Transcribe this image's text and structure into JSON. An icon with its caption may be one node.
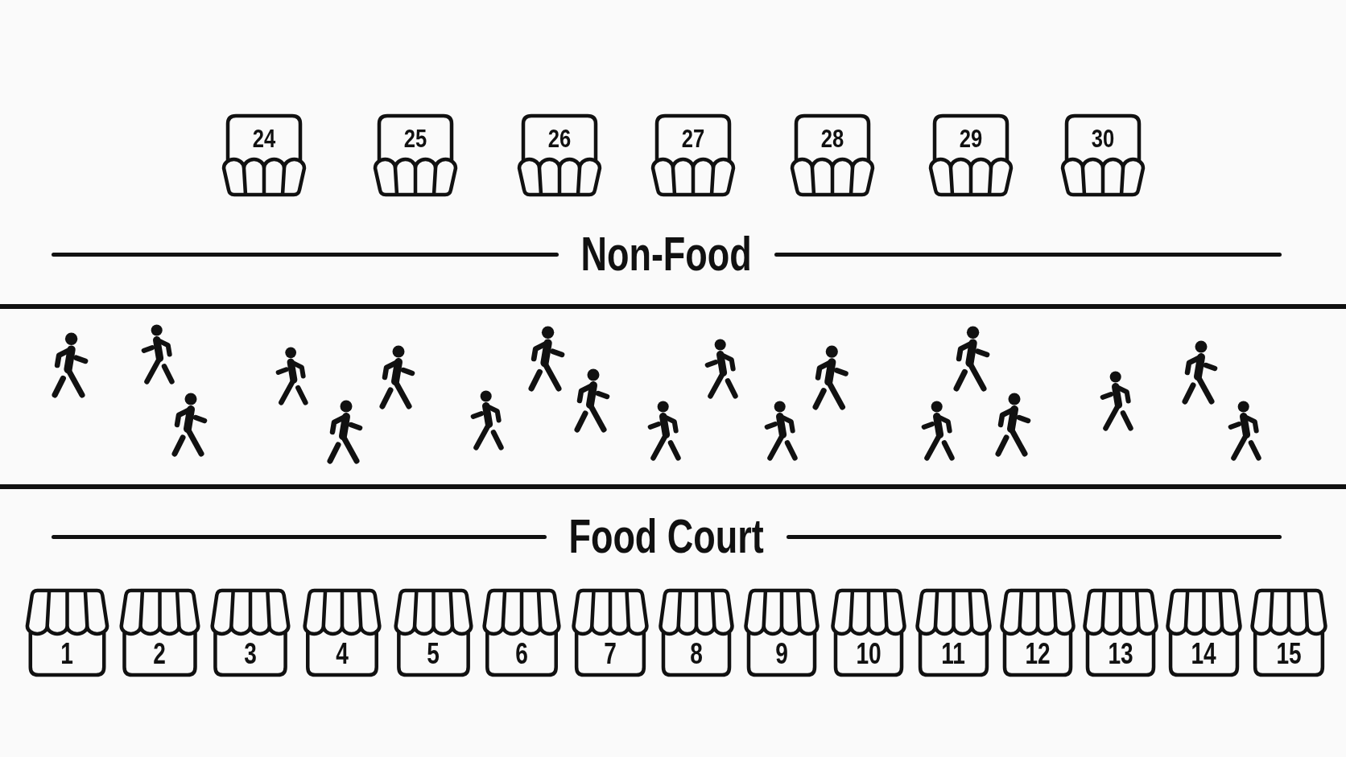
{
  "diagram": {
    "nodes": [
      {
        "text": [
          "24"
        ]
      },
      {
        "text": [
          "25"
        ]
      },
      {
        "text": [
          "26"
        ]
      },
      {
        "text": [
          "27"
        ]
      },
      {
        "text": [
          "28"
        ]
      },
      {
        "text": [
          "29"
        ]
      },
      {
        "text": [
          "30"
        ]
      },
      {
        "text": [
          "1"
        ]
      },
      {
        "text": [
          "2"
        ]
      },
      {
        "text": [
          "3"
        ]
      },
      {
        "text": [
          "4"
        ]
      },
      {
        "text": [
          "5"
        ]
      },
      {
        "text": [
          "6"
        ]
      },
      {
        "text": [
          "7"
        ]
      },
      {
        "text": [
          "8"
        ]
      },
      {
        "text": [
          "9"
        ]
      },
      {
        "text": [
          "10"
        ]
      },
      {
        "text": [
          "11"
        ]
      },
      {
        "text": [
          "12"
        ]
      },
      {
        "text": [
          "13"
        ]
      },
      {
        "text": [
          "14"
        ]
      },
      {
        "text": [
          "15"
        ]
      }
    ],
    "labels": [
      "Non-Food",
      "Food Court"
    ]
  }
}
